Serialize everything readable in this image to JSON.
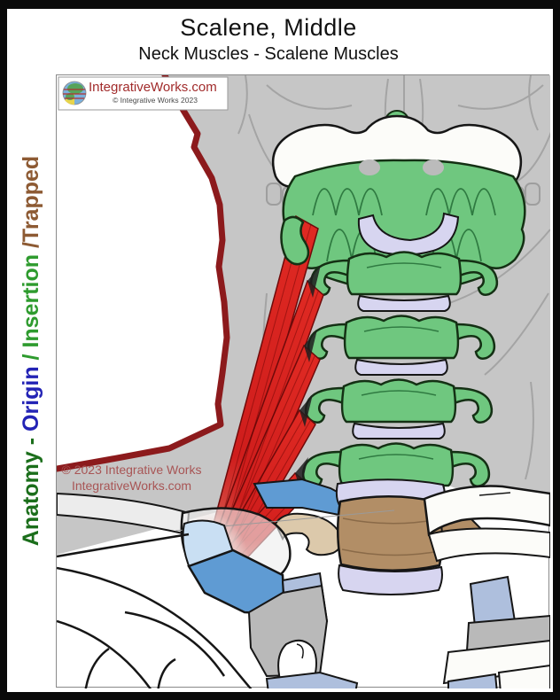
{
  "page": {
    "title": "Scalene, Middle",
    "subtitle": "Neck Muscles - Scalene Muscles"
  },
  "branding": {
    "logo_icon": "globe-icon",
    "logo_text": "IntegrativeWorks.com",
    "logo_copyright": "© Integrative Works 2023"
  },
  "watermark": {
    "line1": "© 2023 Integrative Works",
    "line2": "IntegrativeWorks.com"
  },
  "side_label": {
    "full_text": "Anatomy - Origin / Insertion /Trapped",
    "segments": [
      {
        "text": "Anatomy",
        "color": "#1b6e1b"
      },
      {
        "text": " - ",
        "color": "#1b6e1b"
      },
      {
        "text": "Origin",
        "color": "#2323b5"
      },
      {
        "text": " / ",
        "color": "#2e9b2e"
      },
      {
        "text": "Insertion",
        "color": "#2e9b2e"
      },
      {
        "text": " /Trapped",
        "color": "#8d5a33"
      }
    ]
  },
  "figure_elements": [
    "skull-sketch",
    "jaw-profile-outline",
    "occipital-bone",
    "cervical-vertebrae",
    "intervertebral-discs",
    "middle-scalene-muscle",
    "first-rib-highlight",
    "clavicle-left",
    "clavicle-right",
    "t1-vertebral-body",
    "ribs-and-cartilage",
    "scapula-shading"
  ],
  "colors": {
    "frame": "#0a0a0a",
    "header_bg": "#ffffff",
    "canvas_gray": "#c6c6c6",
    "title_text": "#111111",
    "jaw_outline_maroon": "#8c1a1c",
    "vertebra_green": "#6fc77f",
    "vertebra_outline": "#143014",
    "disc_lavender": "#d7d5f0",
    "muscle_red": "#d6201f",
    "muscle_dark_red": "#6f0a0a",
    "muscle_fade_pink": "#ecb4ac",
    "first_rib_blue": "#5f9bd3",
    "rib_light_blue": "#c9dff3",
    "cartilage_blue_gray": "#aebfdd",
    "bone_white": "#fcfcf9",
    "bone_gray": "#b9b9b9",
    "t1_tan": "#b28e66",
    "tan_light": "#dcc9ab",
    "sketch_gray": "#a4a4a4",
    "logo_red": "#a12b2b",
    "watermark_red": "#a85555"
  }
}
